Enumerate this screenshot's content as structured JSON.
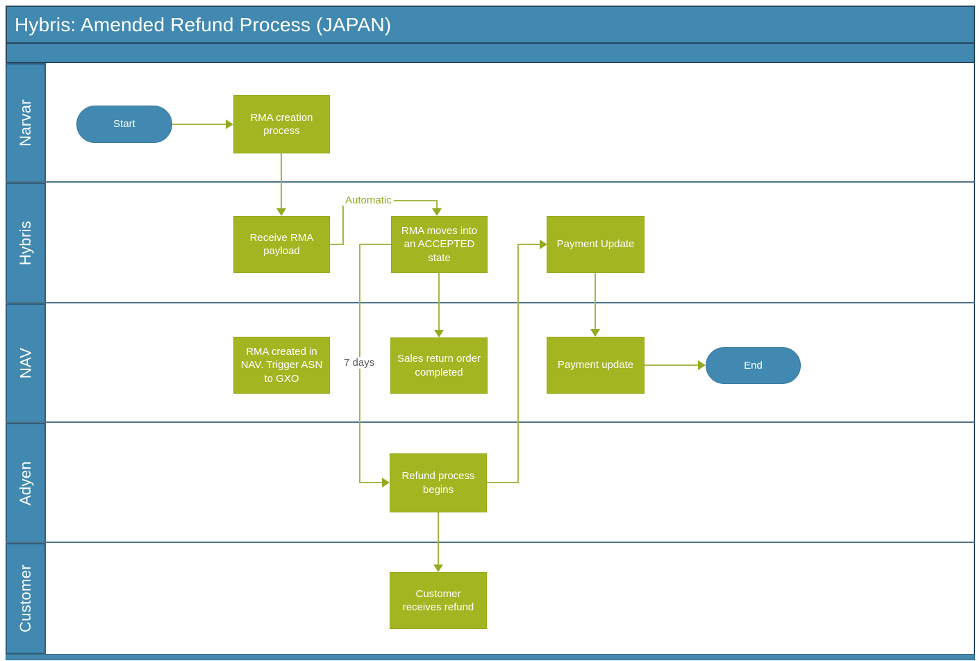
{
  "diagram": {
    "title": "Hybris: Amended Refund Process (JAPAN)",
    "type": "swimlane-flowchart"
  },
  "lanes": [
    {
      "label": "Narvar"
    },
    {
      "label": "Hybris"
    },
    {
      "label": "NAV"
    },
    {
      "label": "Adyen"
    },
    {
      "label": "Customer"
    }
  ],
  "nodes": {
    "start": {
      "label": "Start",
      "shape": "terminator",
      "lane": "Narvar"
    },
    "rma_creation": {
      "label": "RMA creation process",
      "shape": "process",
      "lane": "Narvar"
    },
    "receive_rma": {
      "label": "Receive RMA payload",
      "shape": "process",
      "lane": "Hybris"
    },
    "rma_accepted": {
      "label": "RMA moves into an ACCEPTED state",
      "shape": "process",
      "lane": "Hybris"
    },
    "payment_update_hybris": {
      "label": "Payment Update",
      "shape": "process",
      "lane": "Hybris"
    },
    "rma_created_nav": {
      "label": "RMA created in NAV. Trigger ASN to GXO",
      "shape": "process",
      "lane": "NAV"
    },
    "sales_return_completed": {
      "label": "Sales return order completed",
      "shape": "process",
      "lane": "NAV"
    },
    "payment_update_nav": {
      "label": "Payment update",
      "shape": "process",
      "lane": "NAV"
    },
    "end": {
      "label": "End",
      "shape": "terminator",
      "lane": "NAV"
    },
    "refund_begins": {
      "label": "Refund process begins",
      "shape": "process",
      "lane": "Adyen"
    },
    "customer_refund": {
      "label": "Customer receives refund",
      "shape": "process",
      "lane": "Customer"
    }
  },
  "connector_labels": {
    "automatic": "Automatic",
    "seven_days": "7 days"
  },
  "colors": {
    "lane_blue": "#4189b0",
    "process_green": "#a3b521",
    "connector_olive": "#a6b748",
    "frame_dark": "#27465e",
    "divider_slate": "#4e7389",
    "connector_label_gray": "#595959",
    "text_white": "#ffffff"
  }
}
